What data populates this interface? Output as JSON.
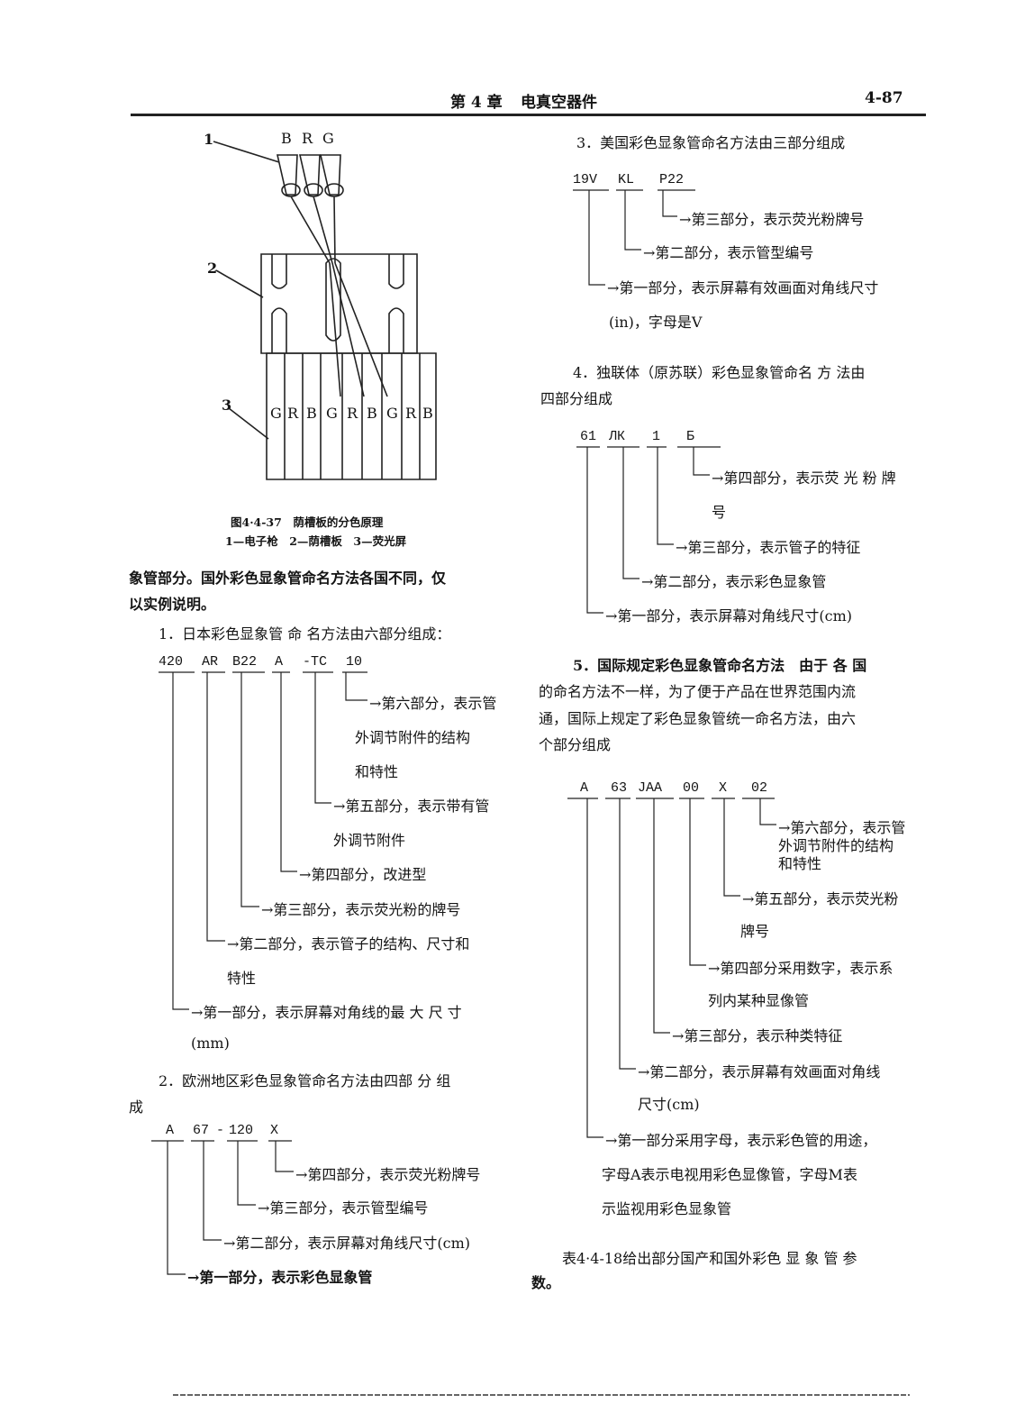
{
  "header": {
    "chapter": "第 4 章",
    "title": "电真空器件",
    "page_number": "4-87"
  },
  "figure": {
    "gun_labels": [
      "B",
      "R",
      "G"
    ],
    "callouts": [
      "1",
      "2",
      "3"
    ],
    "stripe_labels": [
      "G",
      "R",
      "B",
      "G",
      "R",
      "B",
      "G",
      "R",
      "B"
    ],
    "caption": "图4·4-37　荫槽板的分色原理",
    "legend": "1—电子枪　2—荫槽板　3—荧光屏"
  },
  "left": {
    "intro_1": "象管部分。国外彩色显象管命名方法各国不同，仅",
    "intro_2": "以实例说明。",
    "japan": {
      "heading": "1．日本彩色显象管 命 名方法由六部分组成：",
      "codes": [
        "420",
        "AR",
        "B22",
        "A",
        "-TC",
        "10"
      ],
      "parts": [
        {
          "lines": [
            "第六部分，表示管",
            "外调节附件的结构",
            "和特性"
          ]
        },
        {
          "lines": [
            "第五部分，表示带有管",
            "外调节附件"
          ]
        },
        {
          "lines": [
            "第四部分，改进型"
          ]
        },
        {
          "lines": [
            "第三部分，表示荧光粉的牌号"
          ]
        },
        {
          "lines": [
            "第二部分，表示管子的结构、尺寸和",
            "特性"
          ]
        },
        {
          "lines": [
            "第一部分，表示屏幕对角线的最 大 尺 寸",
            "(mm)"
          ]
        }
      ]
    },
    "europe": {
      "heading_1": "2．欧洲地区彩色显象管命名方法由四部 分 组",
      "heading_2": "成",
      "codes": [
        "A",
        "67",
        "-",
        "120",
        "X"
      ],
      "parts": [
        {
          "lines": [
            "第四部分，表示荧光粉牌号"
          ]
        },
        {
          "lines": [
            "第三部分，表示管型编号"
          ]
        },
        {
          "lines": [
            "第二部分，表示屏幕对角线尺寸(cm)"
          ]
        },
        {
          "lines": [
            "第一部分，表示彩色显象管"
          ]
        }
      ]
    }
  },
  "right": {
    "usa": {
      "heading": "3．美国彩色显象管命名方法由三部分组成",
      "codes": [
        "19V",
        "KL",
        "P22"
      ],
      "parts": [
        {
          "lines": [
            "第三部分，表示荧光粉牌号"
          ]
        },
        {
          "lines": [
            "第二部分，表示管型编号"
          ]
        },
        {
          "lines": [
            "第一部分，表示屏幕有效画面对角线尺寸",
            "(in)，字母是V"
          ]
        }
      ]
    },
    "ussr": {
      "heading_1": "4．独联体（原苏联）彩色显象管命名 方 法由",
      "heading_2": "四部分组成",
      "codes": [
        "61",
        "ЛК",
        "1",
        "Б"
      ],
      "parts": [
        {
          "lines": [
            "第四部分，表示荧 光 粉 牌",
            "号"
          ]
        },
        {
          "lines": [
            "第三部分，表示管子的特征"
          ]
        },
        {
          "lines": [
            "第二部分，表示彩色显象管"
          ]
        },
        {
          "lines": [
            "第一部分，表示屏幕对角线尺寸(cm)"
          ]
        }
      ]
    },
    "intl": {
      "heading_1": "5．国际规定彩色显象管命名方法　由于 各 国",
      "heading_2": "的命名方法不一样，为了便于产品在世界范围内流",
      "heading_3": "通，国际上规定了彩色显象管统一命名方法，由六",
      "heading_4": "个部分组成",
      "codes": [
        "A",
        "63",
        "JAA",
        "00",
        "X",
        "02"
      ],
      "parts": [
        {
          "lines": [
            "第六部分，表示管",
            "外调节附件的结构",
            "和特性"
          ]
        },
        {
          "lines": [
            "第五部分，表示荧光粉",
            "牌号"
          ]
        },
        {
          "lines": [
            "第四部分采用数字，表示系",
            "列内某种显像管"
          ]
        },
        {
          "lines": [
            "第三部分，表示种类特征"
          ]
        },
        {
          "lines": [
            "第二部分，表示屏幕有效画面对角线",
            "尺寸(cm)"
          ]
        },
        {
          "lines": [
            "第一部分采用字母，表示彩色管的用途，",
            "字母A表示电视用彩色显像管，字母M表",
            "示监视用彩色显象管"
          ]
        }
      ]
    },
    "closing_1": "表4·4-18给出部分国产和国外彩色 显 象 管 参",
    "closing_2": "数。"
  }
}
